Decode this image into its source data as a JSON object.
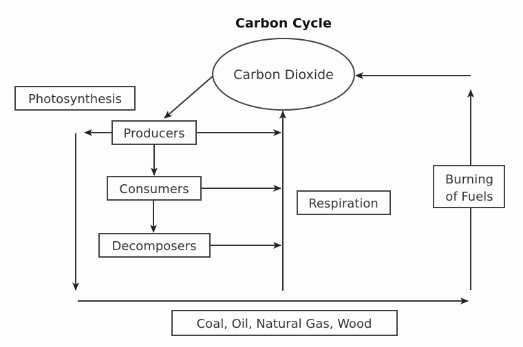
{
  "title": "Carbon Cycle",
  "nodes": {
    "carbon_dioxide": "Carbon Dioxide",
    "photosynthesis": "Photosynthesis",
    "producers": "Producers",
    "consumers": "Consumers",
    "decomposers": "Decomposers",
    "respiration": "Respiration",
    "burning_line1": "Burning",
    "burning_line2": "of Fuels",
    "fossil_fuels": "Coal, Oil, Natural Gas, Wood"
  },
  "edges": [
    {
      "from": "carbon_dioxide",
      "to": "producers"
    },
    {
      "from": "producers",
      "to": "fossil_fuels"
    },
    {
      "from": "producers",
      "to": "respiration"
    },
    {
      "from": "producers",
      "to": "consumers"
    },
    {
      "from": "consumers",
      "to": "respiration"
    },
    {
      "from": "consumers",
      "to": "decomposers"
    },
    {
      "from": "decomposers",
      "to": "respiration"
    },
    {
      "from": "respiration",
      "to": "carbon_dioxide"
    },
    {
      "from": "fossil_fuels",
      "to": "burning_of_fuels"
    },
    {
      "from": "burning_of_fuels",
      "to": "carbon_dioxide"
    }
  ]
}
